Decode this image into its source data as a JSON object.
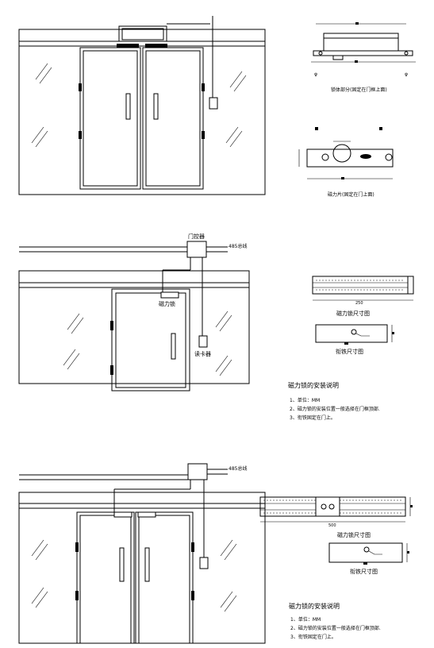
{
  "diagram1": {
    "armature_caption": "锁体部分(固定在门框上面)",
    "plate_caption": "磁力片(固定在门上面)"
  },
  "diagram2": {
    "controller": "门控器",
    "bus": "485总线",
    "mag_lock": "磁力锁",
    "card_reader": "读卡器",
    "lock_dim": "250",
    "lock_caption": "磁力锁尺寸图",
    "plate_caption": "衔铁尺寸图",
    "notes_title": "磁力锁的安装说明",
    "notes": [
      "1、单位：MM",
      "2、磁力锁的安装位置一般选择在门框顶部.",
      "3、衔铁固定在门上。"
    ]
  },
  "diagram3": {
    "bus": "485总线",
    "lock_dim": "500",
    "lock_caption": "磁力锁尺寸图",
    "plate_caption": "衔铁尺寸图",
    "notes_title": "磁力锁的安装说明",
    "notes": [
      "1、单位：MM",
      "2、磁力锁的安装位置一般选择在门框顶部.",
      "3、衔铁固定在门上。"
    ]
  }
}
